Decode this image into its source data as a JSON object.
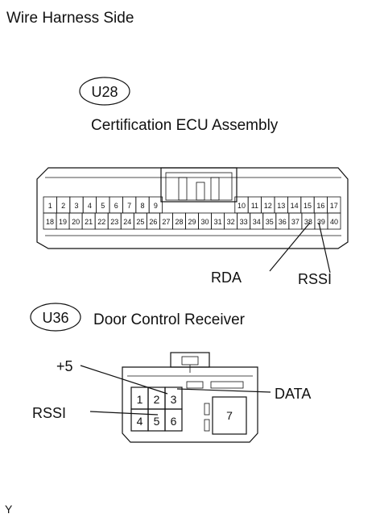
{
  "view_label": "Wire Harness Side",
  "u28": {
    "code": "U28",
    "name": "Certification ECU Assembly",
    "pins_row1": [
      "1",
      "2",
      "3",
      "4",
      "5",
      "6",
      "7",
      "8",
      "9",
      "10",
      "11",
      "12",
      "13",
      "14",
      "15",
      "16",
      "17"
    ],
    "pins_row2": [
      "18",
      "19",
      "20",
      "21",
      "22",
      "23",
      "24",
      "25",
      "26",
      "27",
      "28",
      "29",
      "30",
      "31",
      "32",
      "33",
      "34",
      "35",
      "36",
      "37",
      "38",
      "39",
      "40"
    ],
    "labels": {
      "rda": "RDA",
      "rssi": "RSSI"
    }
  },
  "u36": {
    "code": "U36",
    "name": "Door Control Receiver",
    "pins": [
      "1",
      "2",
      "3",
      "4",
      "5",
      "6",
      "7"
    ],
    "labels": {
      "plus5": "+5",
      "data": "DATA",
      "rssi": "RSSI"
    }
  },
  "footer_mark": "Y"
}
